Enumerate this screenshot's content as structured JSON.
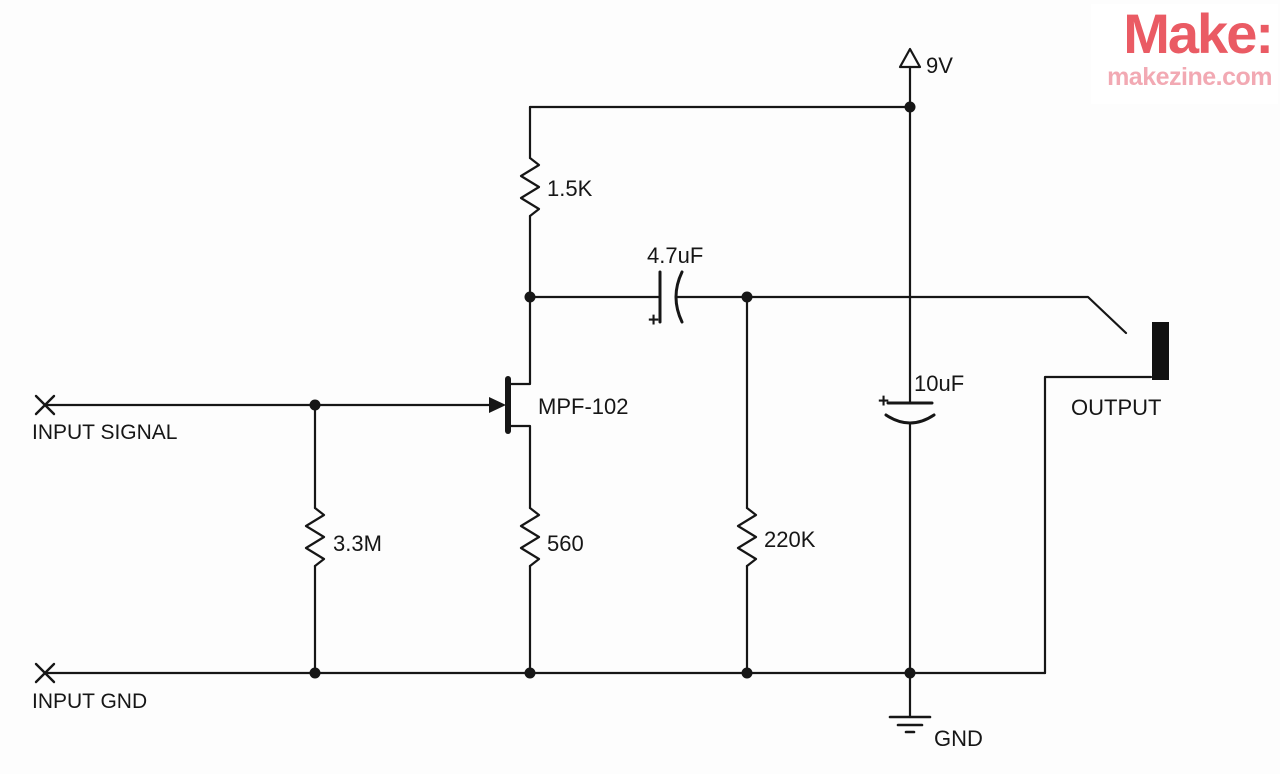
{
  "page": {
    "background": "#fdfdfd",
    "ink": "#161616"
  },
  "brand": {
    "name": "Make:",
    "site": "makezine.com",
    "name_color": "#ea5b64",
    "site_color": "#f2a9b3"
  },
  "schematic": {
    "power_label": "9V",
    "ground_label": "GND",
    "input_signal_label": "INPUT SIGNAL",
    "input_gnd_label": "INPUT GND",
    "output_label": "OUTPUT",
    "transistor_label": "MPF-102",
    "resistors": {
      "drain": "1.5K",
      "gate": "3.3M",
      "source": "560",
      "load": "220K"
    },
    "capacitors": {
      "coupling": "4.7uF",
      "filter": "10uF"
    },
    "polarity_plus_coupling": "+",
    "polarity_plus_filter": "+"
  }
}
